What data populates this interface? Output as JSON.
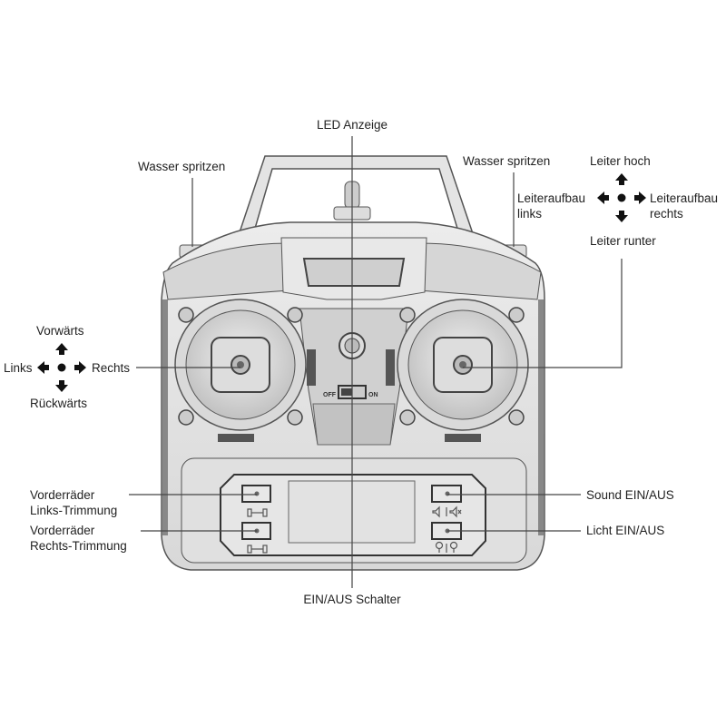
{
  "labels": {
    "led": "LED Anzeige",
    "power_switch": "EIN/AUS Schalter",
    "water_left": "Wasser spritzen",
    "water_right": "Wasser spritzen",
    "ladder_up": "Leiter hoch",
    "ladder_down": "Leiter runter",
    "ladder_left_1": "Leiteraufbau",
    "ladder_left_2": "links",
    "ladder_right_1": "Leiteraufbau",
    "ladder_right_2": "rechts",
    "forward": "Vorwärts",
    "backward": "Rückwärts",
    "left": "Links",
    "right": "Rechts",
    "trim_left_1": "Vorderräder",
    "trim_left_2": "Links-Trimmung",
    "trim_right_1": "Vorderräder",
    "trim_right_2": "Rechts-Trimmung",
    "sound": "Sound EIN/AUS",
    "light": "Licht EIN/AUS"
  },
  "switch": {
    "off": "OFF",
    "on": "ON"
  },
  "colors": {
    "body": "#e6e6e6",
    "outline": "#555555",
    "dark": "#333333",
    "line": "#444444"
  }
}
